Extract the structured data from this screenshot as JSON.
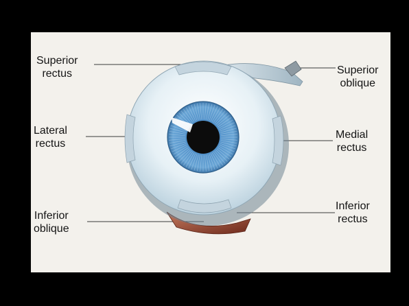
{
  "labels": {
    "superior_rectus": [
      "Superior",
      "rectus"
    ],
    "superior_oblique": [
      "Superior",
      "oblique"
    ],
    "lateral_rectus": [
      "Lateral",
      "rectus"
    ],
    "medial_rectus": [
      "Medial",
      "rectus"
    ],
    "inferior_oblique": [
      "Inferior",
      "oblique"
    ],
    "inferior_rectus": [
      "Inferior",
      "rectus"
    ]
  },
  "colors": {
    "slide_background": "#f3f1ec",
    "frame": "#000000",
    "iris": "#4f8fc8",
    "pupil": "#0c0c0c",
    "sclera": "#e9f2f7",
    "muscle": "#8a3a2a",
    "label_text": "#141414"
  }
}
